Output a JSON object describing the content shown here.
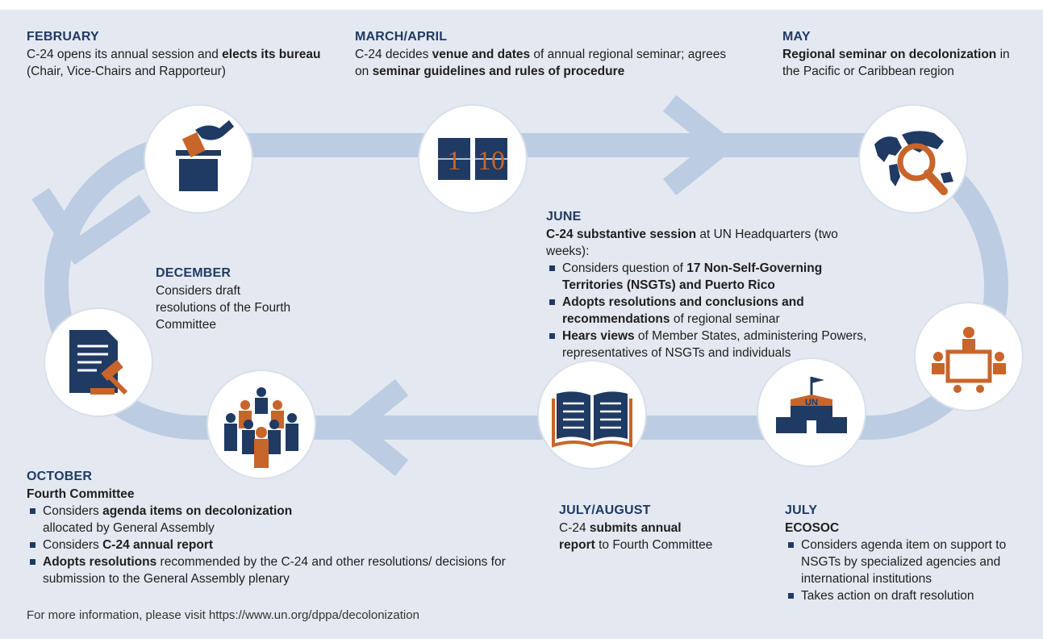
{
  "colors": {
    "navy": "#1f3a63",
    "orange": "#c8652a",
    "loop": "#bccce2",
    "background": "#e4e9f1"
  },
  "february": {
    "month": "FEBRUARY",
    "t1": "C-24 opens its annual session and ",
    "b1": "elects its bureau",
    "t2": " (Chair, Vice-Chairs and Rapporteur)"
  },
  "march": {
    "month": "MARCH/APRIL",
    "t1": "C-24 decides ",
    "b1": "venue and dates",
    "t2": " of annual regional seminar; agrees on ",
    "b2": "seminar guidelines and rules of procedure",
    "cal_left": "1",
    "cal_right": "10"
  },
  "may": {
    "month": "MAY",
    "b1": "Regional seminar on decolonization",
    "t1": " in the Pacific or Caribbean region"
  },
  "june": {
    "month": "JUNE",
    "b0": "C-24 substantive session",
    "t0": " at UN Headquarters (two weeks):",
    "item1_t": "Considers question of ",
    "item1_b": "17 Non-Self-Governing Territories (NSGTs) and Puerto Rico",
    "item2_b": "Adopts resolutions and conclusions and recommendations",
    "item2_t": " of regional seminar",
    "item3_b": "Hears views",
    "item3_t": " of Member States, administering Powers, representatives of NSGTs and individuals"
  },
  "december": {
    "month": "DECEMBER",
    "t1": "Considers draft resolutions of the Fourth Committee"
  },
  "october": {
    "month": "OCTOBER",
    "heading": "Fourth Committee",
    "item1_t": "Considers ",
    "item1_b": "agenda items on decolonization",
    "item1_t2": " allocated by General Assembly",
    "item2_t": "Considers ",
    "item2_b": "C-24 annual report",
    "item3_b": "Adopts resolutions",
    "item3_t": " recommended by the C-24 and other resolutions/ decisions for submission to the General Assembly plenary"
  },
  "july_aug": {
    "month": "JULY/AUGUST",
    "t1": "C-24 ",
    "b1": "submits annual report",
    "t2": " to Fourth Committee"
  },
  "july": {
    "month": "JULY",
    "heading": "ECOSOC",
    "item1": "Considers agenda item on support to NSGTs by specialized agencies and international institutions",
    "item2": "Takes action on draft resolution",
    "un_label": "UN"
  },
  "footer": "For more information, please visit https://www.un.org/dppa/decolonization",
  "icons": [
    "ballot-box-icon",
    "calendar-icon",
    "world-magnifier-icon",
    "meeting-table-icon",
    "un-building-icon",
    "open-book-icon",
    "committee-people-icon",
    "document-gavel-icon"
  ]
}
